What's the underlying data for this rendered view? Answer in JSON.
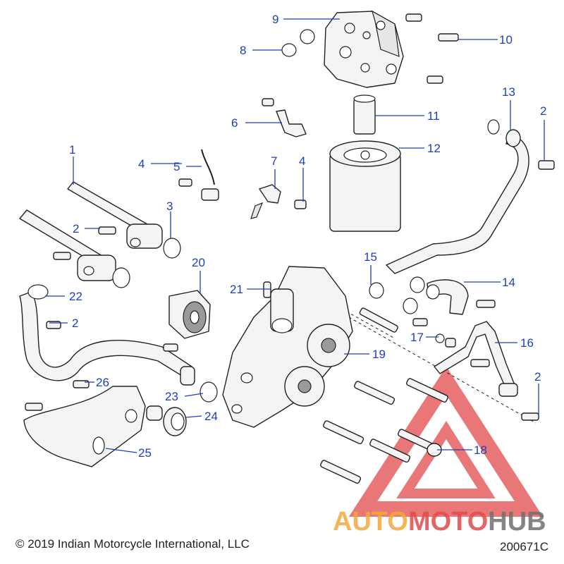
{
  "callouts": [
    "1",
    "2",
    "2",
    "2",
    "2",
    "3",
    "4",
    "4",
    "5",
    "6",
    "7",
    "8",
    "9",
    "10",
    "11",
    "12",
    "13",
    "14",
    "15",
    "16",
    "17",
    "18",
    "19",
    "20",
    "21",
    "22",
    "23",
    "24",
    "25",
    "26"
  ],
  "watermark": {
    "part1": "AUTO",
    "part2": "MOTO",
    "part3": "HUB"
  },
  "footer": {
    "copyright": "© 2019 Indian Motorcycle International, LLC",
    "drawing_number": "200671C"
  },
  "colors": {
    "callout": "#1f3fb8",
    "watermark_red": "#e34a4a",
    "watermark_orange": "#f2a93b",
    "watermark_gray": "#6f6f6f"
  }
}
